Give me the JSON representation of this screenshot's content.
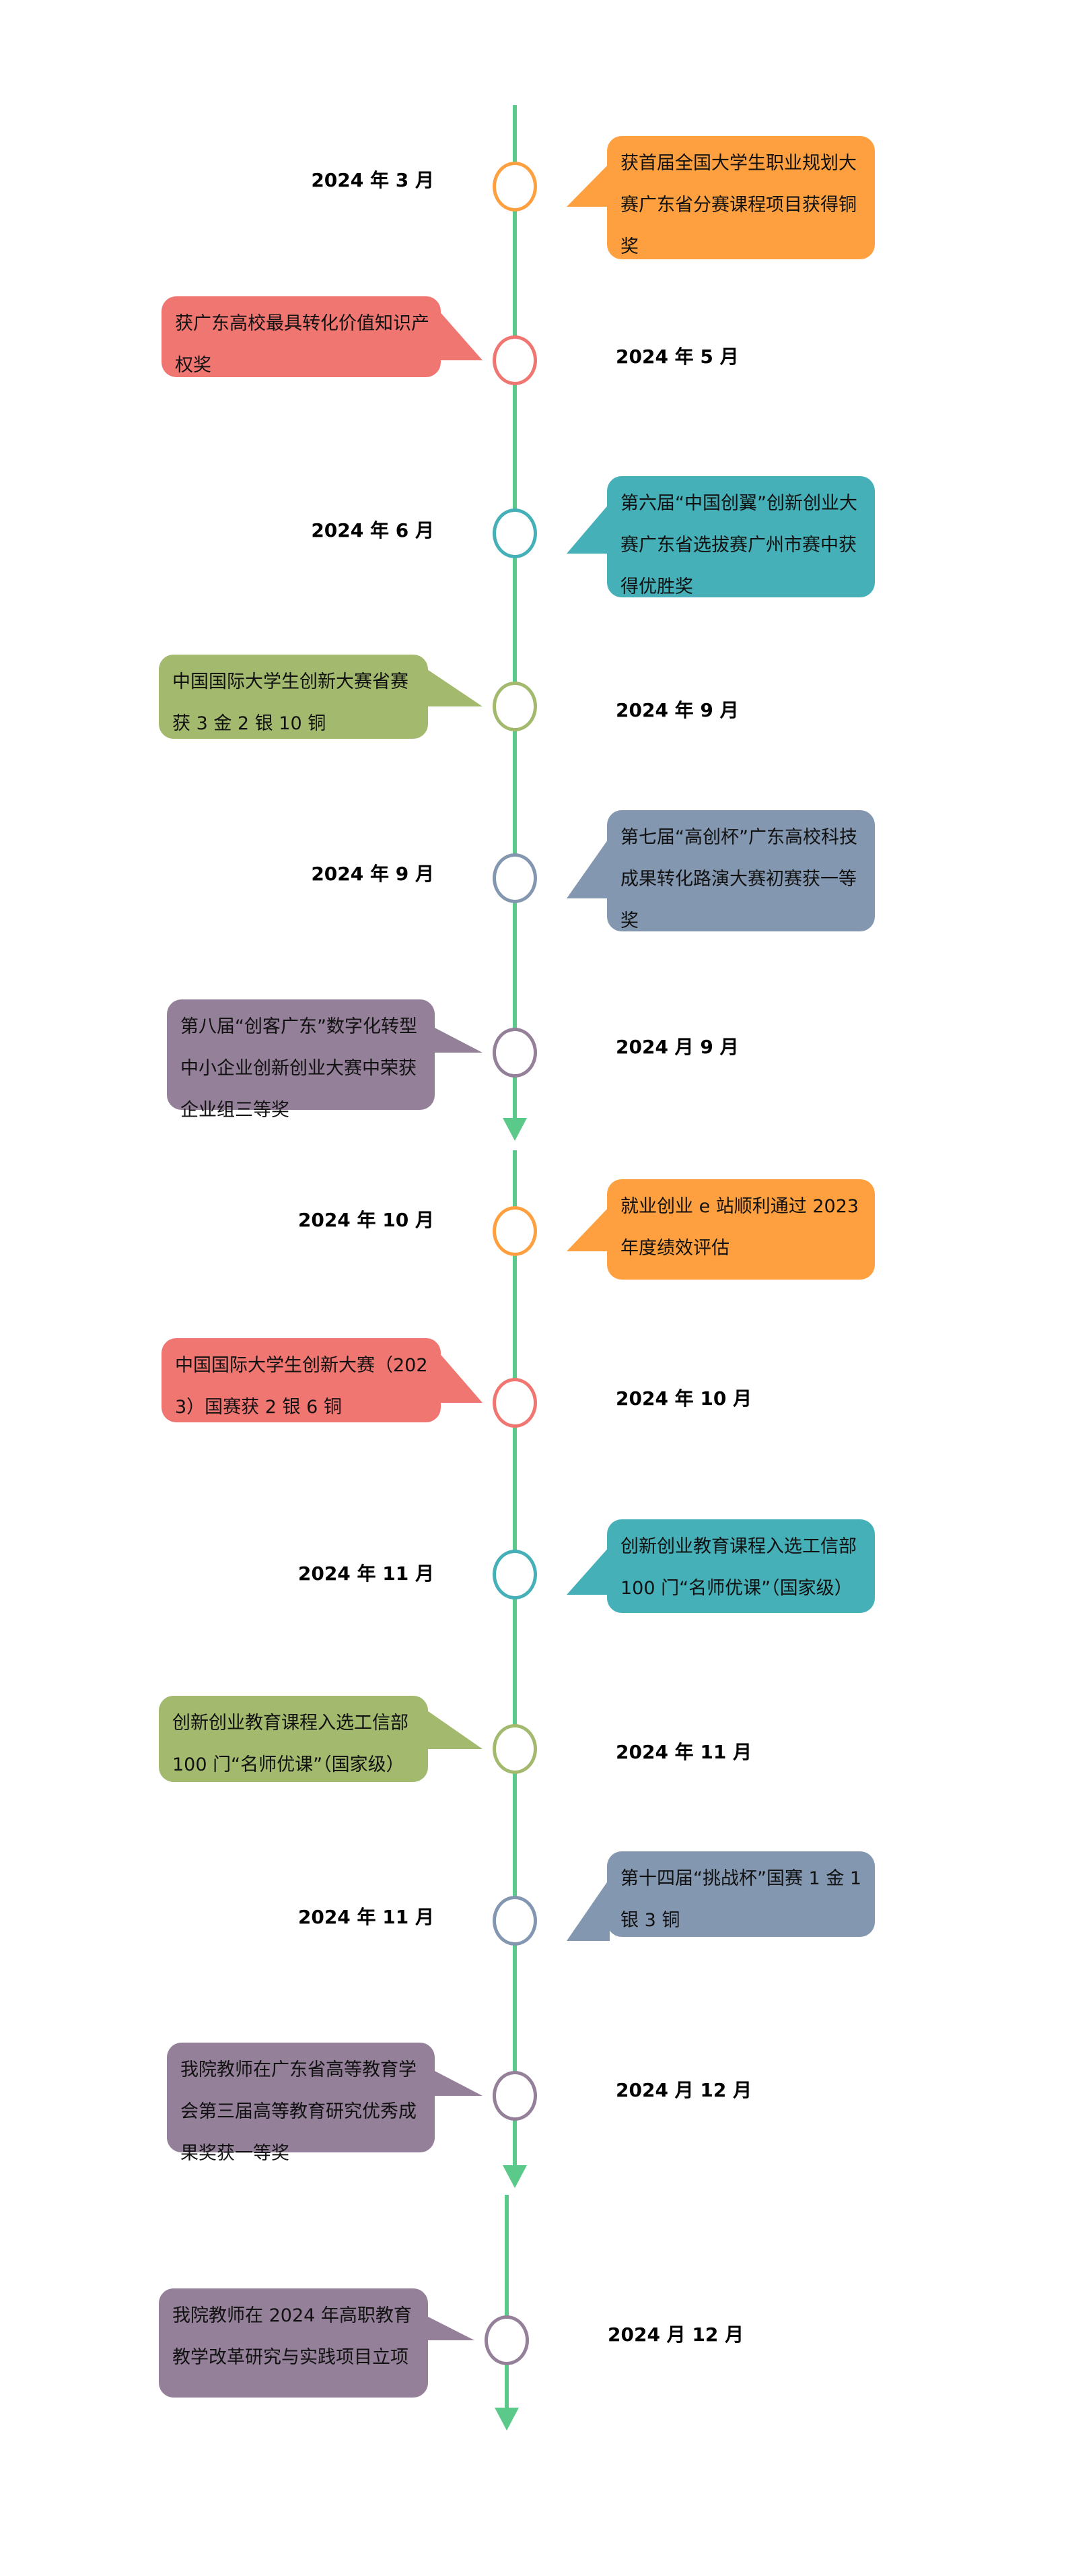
{
  "colors": {
    "line": "#5BC98A",
    "orange": "#FFA040",
    "red": "#F07672",
    "teal": "#45B0B8",
    "green": "#A3BA6E",
    "blue": "#8497B0",
    "purple": "#948099"
  },
  "events": [
    {
      "date": "2024 年 3 月",
      "text": "获首届全国大学生职业规划大赛广东省分赛课程项目获得铜奖",
      "color": "orange"
    },
    {
      "date": "2024 年 5 月",
      "text": "获广东高校最具转化价值知识产权奖",
      "color": "red"
    },
    {
      "date": "2024 年 6 月",
      "text": "第六届“中国创翼”创新创业大赛广东省选拔赛广州市赛中获得优胜奖",
      "color": "teal"
    },
    {
      "date": "2024 年 9 月",
      "text": "中国国际大学生创新大赛省赛获 3 金 2 银 10 铜",
      "color": "green"
    },
    {
      "date": "2024 年 9 月",
      "text": "第七届“高创杯”广东高校科技成果转化路演大赛初赛获一等奖",
      "color": "blue"
    },
    {
      "date": "2024 月 9 月",
      "text": "第八届“创客广东”数字化转型中小企业创新创业大赛中荣获企业组三等奖",
      "color": "purple"
    },
    {
      "date": "2024 年 10 月",
      "text": "就业创业 e 站顺利通过 2023 年度绩效评估",
      "color": "orange"
    },
    {
      "date": "2024 年 10 月",
      "text": "中国国际大学生创新大赛（2023）国赛获 2 银 6 铜",
      "color": "red"
    },
    {
      "date": "2024 年 11 月",
      "text": "创新创业教育课程入选工信部 100 门“名师优课”（国家级）",
      "color": "teal"
    },
    {
      "date": "2024 年 11 月",
      "text": "创新创业教育课程入选工信部 100 门“名师优课”（国家级）",
      "color": "green"
    },
    {
      "date": "2024 年 11 月",
      "text": "第十四届“挑战杯”国赛 1 金 1 银 3 铜",
      "color": "blue"
    },
    {
      "date": "2024 月 12 月",
      "text": "我院教师在广东省高等教育学会第三届高等教育研究优秀成果奖获一等奖",
      "color": "purple"
    },
    {
      "date": "2024 月 12 月",
      "text": "我院教师在 2024 年高职教育教学改革研究与实践项目立项",
      "color": "purple"
    }
  ]
}
